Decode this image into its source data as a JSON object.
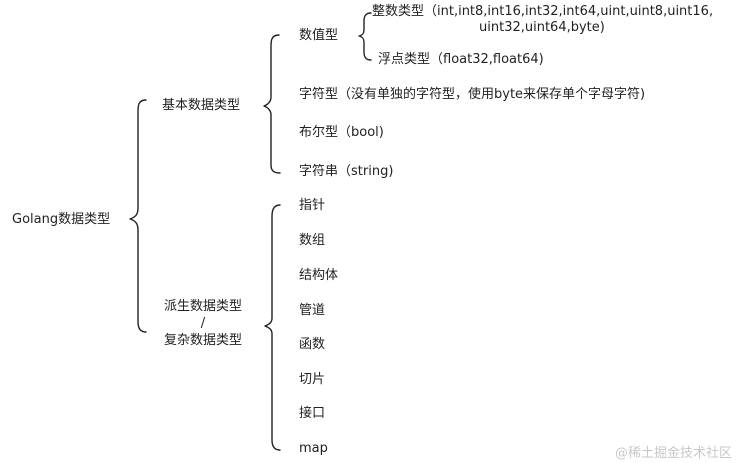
{
  "root": "Golang数据类型",
  "basic": {
    "label": "基本数据类型",
    "numeric": {
      "label": "数值型",
      "integer": [
        "整数类型（int,int8,int16,int32,int64,uint,uint8,uint16,",
        "uint32,uint64,byte)"
      ],
      "float": "浮点类型（float32,float64)"
    },
    "char": "字符型（没有单独的字符型，使用byte来保存单个字母字符)",
    "bool": "布尔型（bool)",
    "string": "字符串（string)"
  },
  "derived": {
    "label_line1": "派生数据类型",
    "label_line2": "/",
    "label_line3": "复杂数据类型",
    "items": [
      "指针",
      "数组",
      "结构体",
      "管道",
      "函数",
      "切片",
      "接口",
      "map"
    ]
  },
  "watermark": "@稀土掘金技术社区"
}
